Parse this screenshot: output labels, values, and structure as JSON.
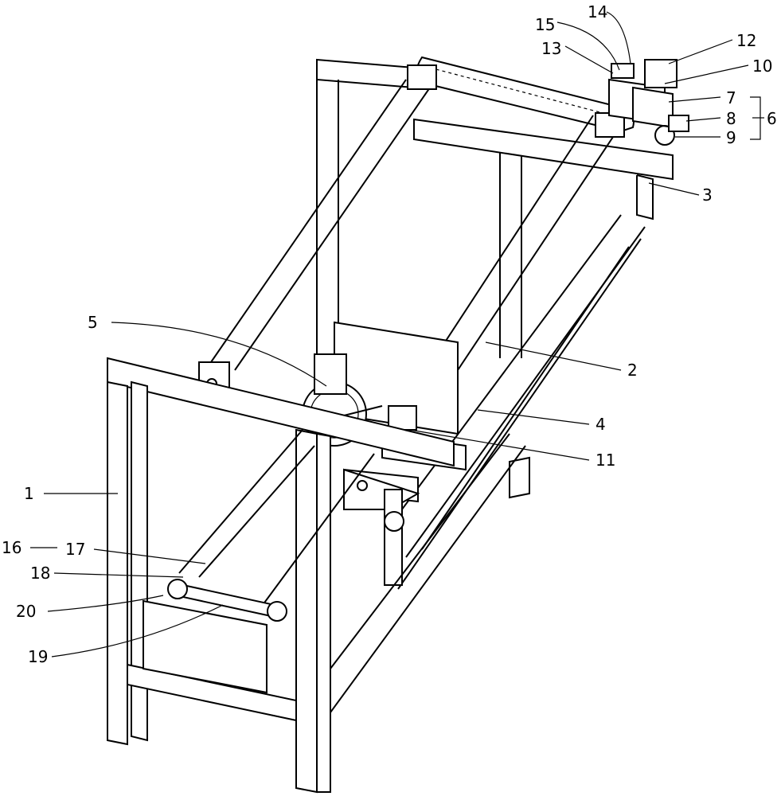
{
  "figure": {
    "labels": {
      "frame": "1",
      "upper_rod": "2",
      "cross_beam": "3",
      "lower_rod": "4",
      "gear_assembly": "5",
      "drive_assembly": "6",
      "block": "7",
      "motor": "8",
      "gear": "9",
      "part_10": "10",
      "part_11": "11",
      "part_12": "12",
      "part_13": "13",
      "part_14": "14",
      "part_15": "15",
      "group_16": "16",
      "part_17": "17",
      "part_18": "18",
      "plate_19": "19",
      "spring_20": "20"
    }
  }
}
